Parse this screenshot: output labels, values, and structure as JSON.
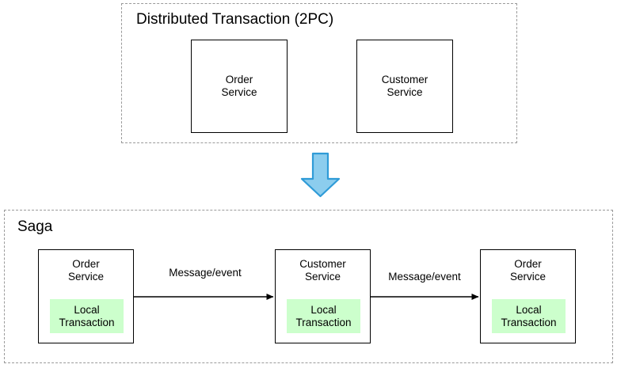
{
  "diagram": {
    "title_top": "Distributed Transaction (2PC)",
    "title_bottom": "Saga",
    "colors": {
      "box_border": "#000000",
      "group_border": "#9a9a9a",
      "local_tx_fill": "#ccffcc",
      "arrow_fill": "#8ccdee",
      "arrow_stroke": "#2f9bd7",
      "background": "#ffffff",
      "text": "#000000"
    }
  },
  "two_pc": {
    "title": "Distributed Transaction (2PC)",
    "services": [
      {
        "name": "Order\nService"
      },
      {
        "name": "Customer\nService"
      }
    ]
  },
  "transition": {
    "icon": "down-arrow-icon",
    "direction": "down"
  },
  "saga": {
    "title": "Saga",
    "steps": [
      {
        "service": "Order\nService",
        "local_transaction": "Local\nTransaction"
      },
      {
        "service": "Customer\nService",
        "local_transaction": "Local\nTransaction"
      },
      {
        "service": "Order\nService",
        "local_transaction": "Local\nTransaction"
      }
    ],
    "edges": [
      {
        "label": "Message/event"
      },
      {
        "label": "Message/event"
      }
    ]
  }
}
